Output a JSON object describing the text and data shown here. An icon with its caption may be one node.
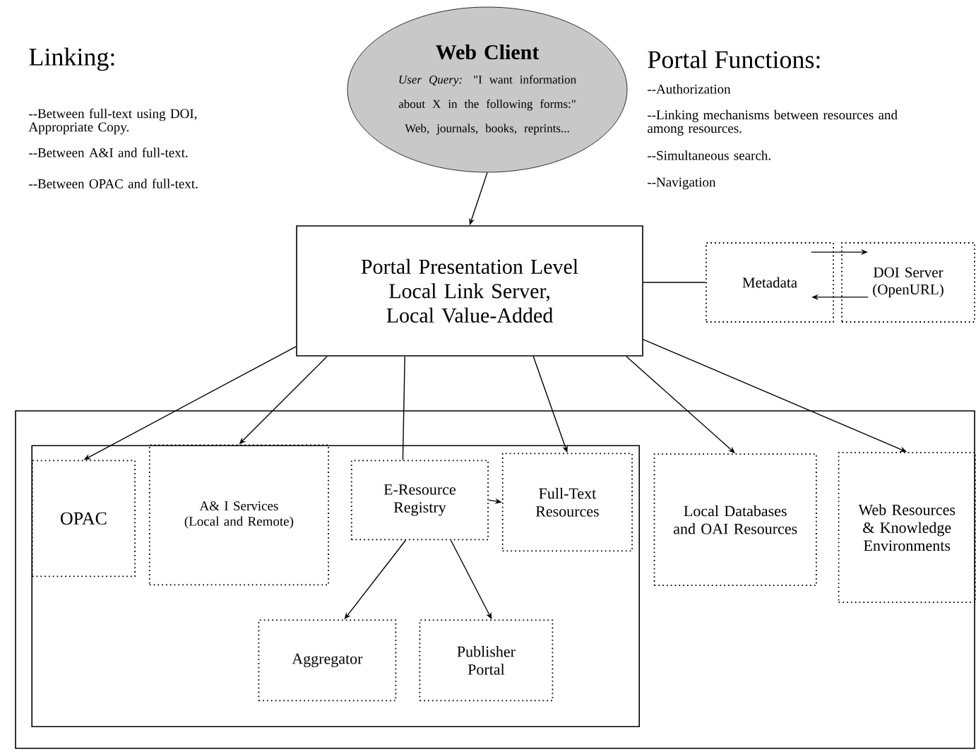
{
  "diagram": {
    "nodes": [
      {
        "text": [
          "Web Client",
          "*User Query:*  \"I want information about X in the following forms:\" Web, journals, books, reprints..."
        ]
      },
      {
        "text": [
          "Portal Presentation Level Local Link Server, Local Value-Added"
        ]
      },
      {
        "text": [
          "Metadata"
        ]
      },
      {
        "text": [
          "DOI Server (OpenURL)"
        ]
      },
      {
        "text": [],
        "shape": "box"
      },
      {
        "text": [],
        "shape": "box",
        "in": 4
      },
      {
        "text": [
          "OPAC"
        ],
        "in": 5
      },
      {
        "text": [
          "A& I Services (Local and Remote)"
        ],
        "in": 5
      },
      {
        "text": [
          "E-Resource Registry"
        ],
        "in": 5
      },
      {
        "text": [
          "Full-Text Resources"
        ],
        "in": 5
      },
      {
        "text": [
          "Aggregator"
        ],
        "in": 5
      },
      {
        "text": [
          "Publisher Portal"
        ],
        "in": 5
      },
      {
        "text": [
          "Local Databases and OAI Resources"
        ],
        "in": 4
      },
      {
        "text": [
          "Web Resources & Knowledge Environments"
        ],
        "in": 4
      }
    ],
    "edges": [
      {
        "from": 0,
        "to": 1,
        "arrow": "to"
      },
      {
        "from": 1,
        "to": 2,
        "arrow": "none"
      },
      {
        "from": 2,
        "to": 3,
        "arrow": "to"
      },
      {
        "from": 3,
        "to": 2,
        "arrow": "to"
      },
      {
        "from": 1,
        "to": 6,
        "arrow": "to"
      },
      {
        "from": 1,
        "to": 7,
        "arrow": "to"
      },
      {
        "from": 1,
        "to": 8,
        "arrow": "none"
      },
      {
        "from": 1,
        "to": 9,
        "arrow": "to"
      },
      {
        "from": 1,
        "to": 12,
        "arrow": "to"
      },
      {
        "from": 1,
        "to": 13,
        "arrow": "to"
      },
      {
        "from": 8,
        "to": 9,
        "arrow": "to"
      },
      {
        "from": 8,
        "to": 10,
        "arrow": "to"
      },
      {
        "from": 8,
        "to": 11,
        "arrow": "to"
      }
    ],
    "labels": [
      "Linking:",
      "--Between full-text using DOI, Appropriate Copy.",
      "--Between A&I and full-text.",
      "--Between OPAC and full-text.",
      "Portal Functions:",
      "--Authorization",
      "--Linking mechanisms between resources and among resources.",
      "--Simultaneous search.",
      "--Navigation"
    ]
  }
}
